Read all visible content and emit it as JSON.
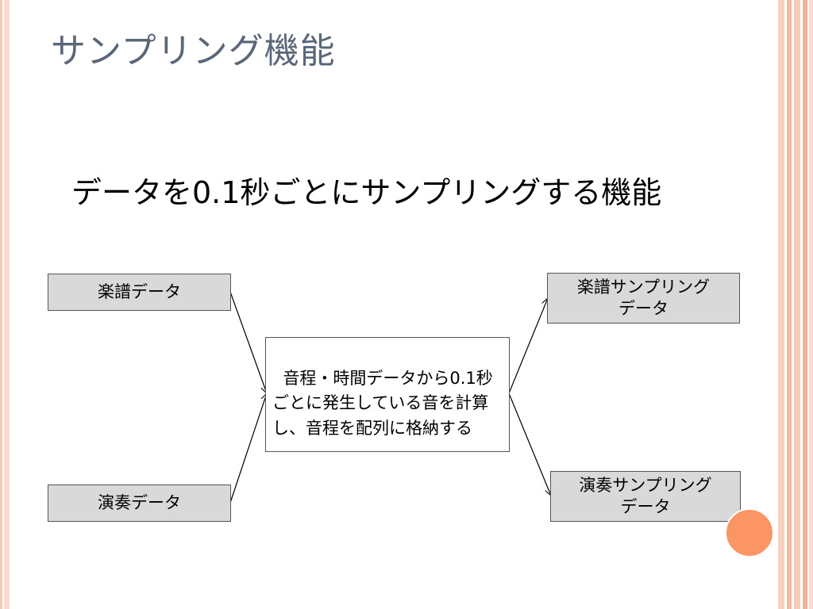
{
  "slide": {
    "title": "サンプリング機能",
    "subtitle": "データを0.1秒ごとにサンプリングする機能"
  },
  "diagram": {
    "inputs": {
      "score": "楽譜データ",
      "performance": "演奏データ"
    },
    "process": "音程・時間データから0.1秒ごとに発生している音を計算し、音程を配列に格納する",
    "outputs": {
      "score_line1": "楽譜サンプリング",
      "score_line2": "データ",
      "performance_line1": "演奏サンプリング",
      "performance_line2": "データ"
    }
  },
  "colors": {
    "title": "#5a6778",
    "box_fill": "#d9d9d9",
    "accent_circle": "#fb9564",
    "stripe": "#f4b9a2"
  }
}
